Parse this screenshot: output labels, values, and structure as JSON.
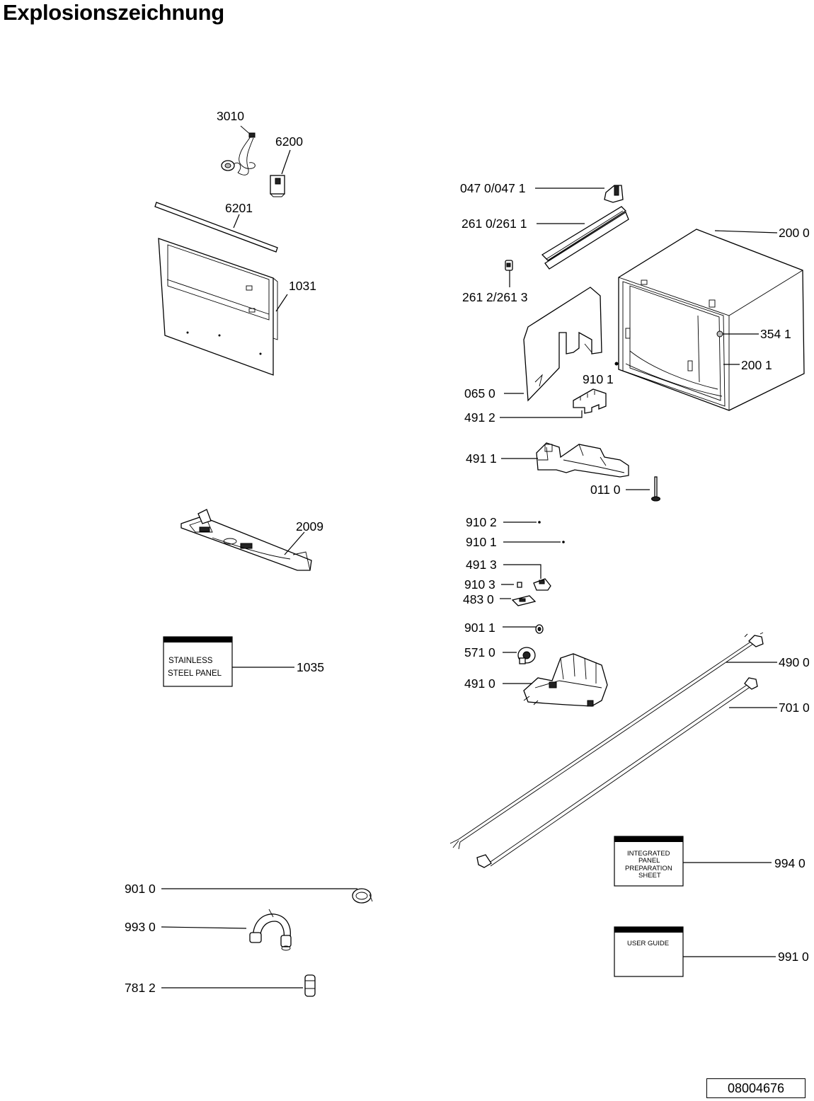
{
  "title": "Explosionszeichnung",
  "document_number": "08004676",
  "part_labels": {
    "p3010": "3010",
    "p6200": "6200",
    "p6201": "6201",
    "p1031": "1031",
    "p2009": "2009",
    "p1035": "1035",
    "p0470": "047 0/047 1",
    "p2610": "261 0/261 1",
    "p2612": "261 2/261 3",
    "p2000": "200 0",
    "p3541": "354 1",
    "p2001": "200 1",
    "p9101a": "910 1",
    "p0650": "065 0",
    "p4912": "491 2",
    "p4911": "491 1",
    "p0110": "011 0",
    "p9102": "910 2",
    "p9101b": "910 1",
    "p4913": "491 3",
    "p9103": "910 3",
    "p4830": "483 0",
    "p9011": "901 1",
    "p5710": "571 0",
    "p4910": "491 0",
    "p4900": "490 0",
    "p7010": "701 0",
    "p9940": "994 0",
    "p9910": "991 0",
    "p9010": "901 0",
    "p9930": "993 0",
    "p7812": "781 2"
  },
  "documents": {
    "stainless_line1": "STAINLESS",
    "stainless_line2": "STEEL PANEL",
    "integrated_line1": "INTEGRATED",
    "integrated_line2": "PANEL",
    "integrated_line3": "PREPARATION",
    "integrated_line4": "SHEET",
    "user_guide": "USER GUIDE"
  }
}
